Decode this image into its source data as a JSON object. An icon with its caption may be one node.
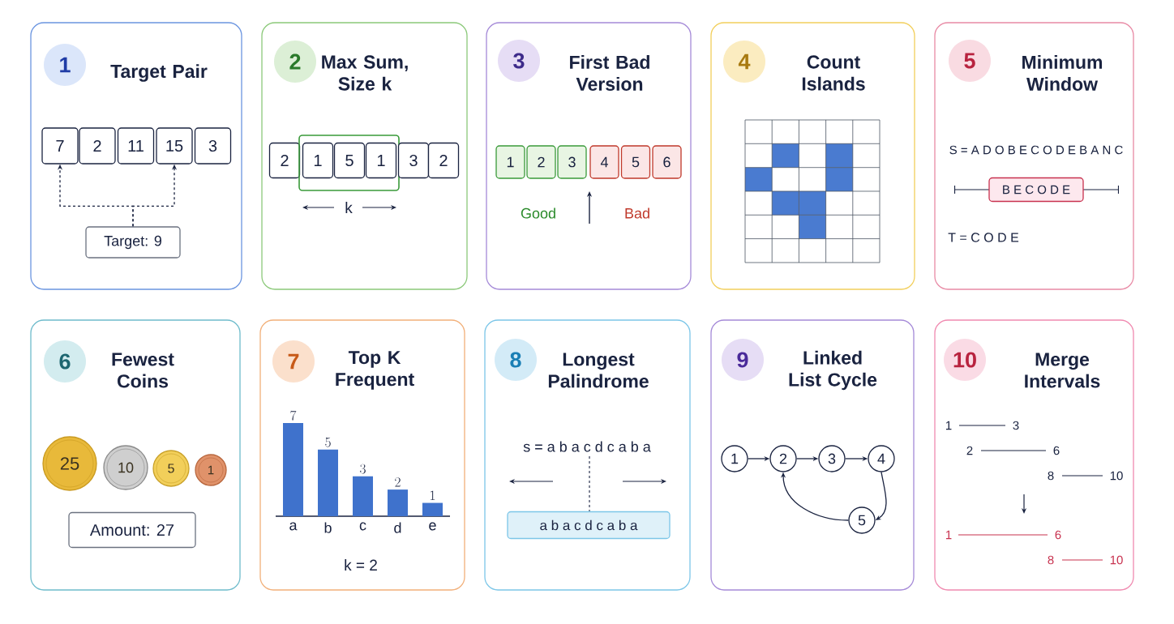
{
  "diagram": {
    "nodes": [
      {
        "text": [
          "Target Pair"
        ]
      },
      {
        "text": [
          "1"
        ],
        "in": 0
      },
      {
        "text": [
          "7"
        ],
        "in": 0
      },
      {
        "text": [
          "2"
        ],
        "in": 0
      },
      {
        "text": [
          "11"
        ],
        "in": 0
      },
      {
        "text": [
          "15"
        ],
        "in": 0
      },
      {
        "text": [
          "3"
        ],
        "in": 0
      },
      {
        "text": [
          "Target: 9"
        ],
        "in": 0
      },
      {
        "text": [
          "Max Sum, Size k"
        ]
      },
      {
        "text": [
          "2"
        ],
        "in": 8
      },
      {
        "text": [
          "2"
        ],
        "in": 8
      },
      {
        "text": [],
        "shape": "box",
        "in": 8
      },
      {
        "text": [
          "1"
        ],
        "in": 11
      },
      {
        "text": [
          "5"
        ],
        "in": 11
      },
      {
        "text": [
          "1"
        ],
        "in": 11
      },
      {
        "text": [
          "3"
        ],
        "in": 8
      },
      {
        "text": [
          "2"
        ],
        "in": 8
      },
      {
        "text": [
          "First Bad Version"
        ]
      },
      {
        "text": [
          "3"
        ],
        "in": 17
      },
      {
        "text": [
          "1"
        ],
        "in": 17
      },
      {
        "text": [
          "2"
        ],
        "in": 17
      },
      {
        "text": [
          "3"
        ],
        "in": 17
      },
      {
        "text": [
          "4"
        ],
        "in": 17
      },
      {
        "text": [
          "5"
        ],
        "in": 17
      },
      {
        "text": [
          "6"
        ],
        "in": 17
      },
      {
        "text": [
          "Count Islands"
        ]
      },
      {
        "text": [
          "4"
        ],
        "in": 25
      },
      {
        "text": [
          "Minimum Window"
        ]
      },
      {
        "text": [
          "5"
        ],
        "in": 27
      },
      {
        "text": [
          "B E C O D E"
        ],
        "in": 27
      },
      {
        "text": [
          "Fewest Coins"
        ]
      },
      {
        "text": [
          "6"
        ],
        "in": 30
      },
      {
        "text": [
          "25"
        ],
        "in": 30
      },
      {
        "text": [
          "10"
        ],
        "in": 30
      },
      {
        "text": [
          "5"
        ],
        "in": 30
      },
      {
        "text": [
          "1"
        ],
        "in": 30
      },
      {
        "text": [
          "Amount: 27"
        ],
        "in": 30
      },
      {
        "text": [
          "Top K Frequent"
        ]
      },
      {
        "text": [
          "7"
        ],
        "in": 37
      },
      {
        "text": [
          "Longest Palindrome"
        ]
      },
      {
        "text": [
          "8"
        ],
        "in": 39
      },
      {
        "text": [
          "a b a c d c a b a"
        ],
        "in": 39
      },
      {
        "text": [
          "Linked List Cycle"
        ]
      },
      {
        "text": [
          "9"
        ],
        "in": 42
      },
      {
        "text": [
          "1"
        ],
        "in": 42
      },
      {
        "text": [
          "2"
        ],
        "in": 42
      },
      {
        "text": [
          "3"
        ],
        "in": 42
      },
      {
        "text": [
          "4"
        ],
        "in": 42
      },
      {
        "text": [
          "5"
        ],
        "in": 42
      },
      {
        "text": [
          "Merge Intervals"
        ]
      },
      {
        "text": [
          "10"
        ],
        "in": 49
      }
    ],
    "edges": [
      {
        "from": 7,
        "to": 2,
        "arrow": "to",
        "style": "dashed"
      },
      {
        "from": 7,
        "to": 5,
        "arrow": "to",
        "style": "dashed"
      },
      {
        "from": 44,
        "to": 45,
        "arrow": "to"
      },
      {
        "from": 45,
        "to": 46,
        "arrow": "to"
      },
      {
        "from": 46,
        "to": 47,
        "arrow": "to"
      },
      {
        "from": 47,
        "to": 48,
        "arrow": "to"
      },
      {
        "from": 48,
        "to": 45,
        "arrow": "to"
      }
    ],
    "labels": [
      "k",
      "Good",
      "Bad",
      "S = A D O B E C O D E B A N C",
      "T = C O D E",
      "k = 2",
      "s = a b a c d c a b a",
      "1",
      "3",
      "2",
      "6",
      "8",
      "10",
      "1",
      "6",
      "8",
      "10"
    ],
    "chart_data": {
      "type": "bar",
      "categories": [
        "a",
        "b",
        "c",
        "d",
        "e"
      ],
      "series": [
        {
          "color": "#3f72cc",
          "values": [
            7,
            5,
            3,
            2,
            1
          ]
        }
      ],
      "data_labels": true
    }
  }
}
